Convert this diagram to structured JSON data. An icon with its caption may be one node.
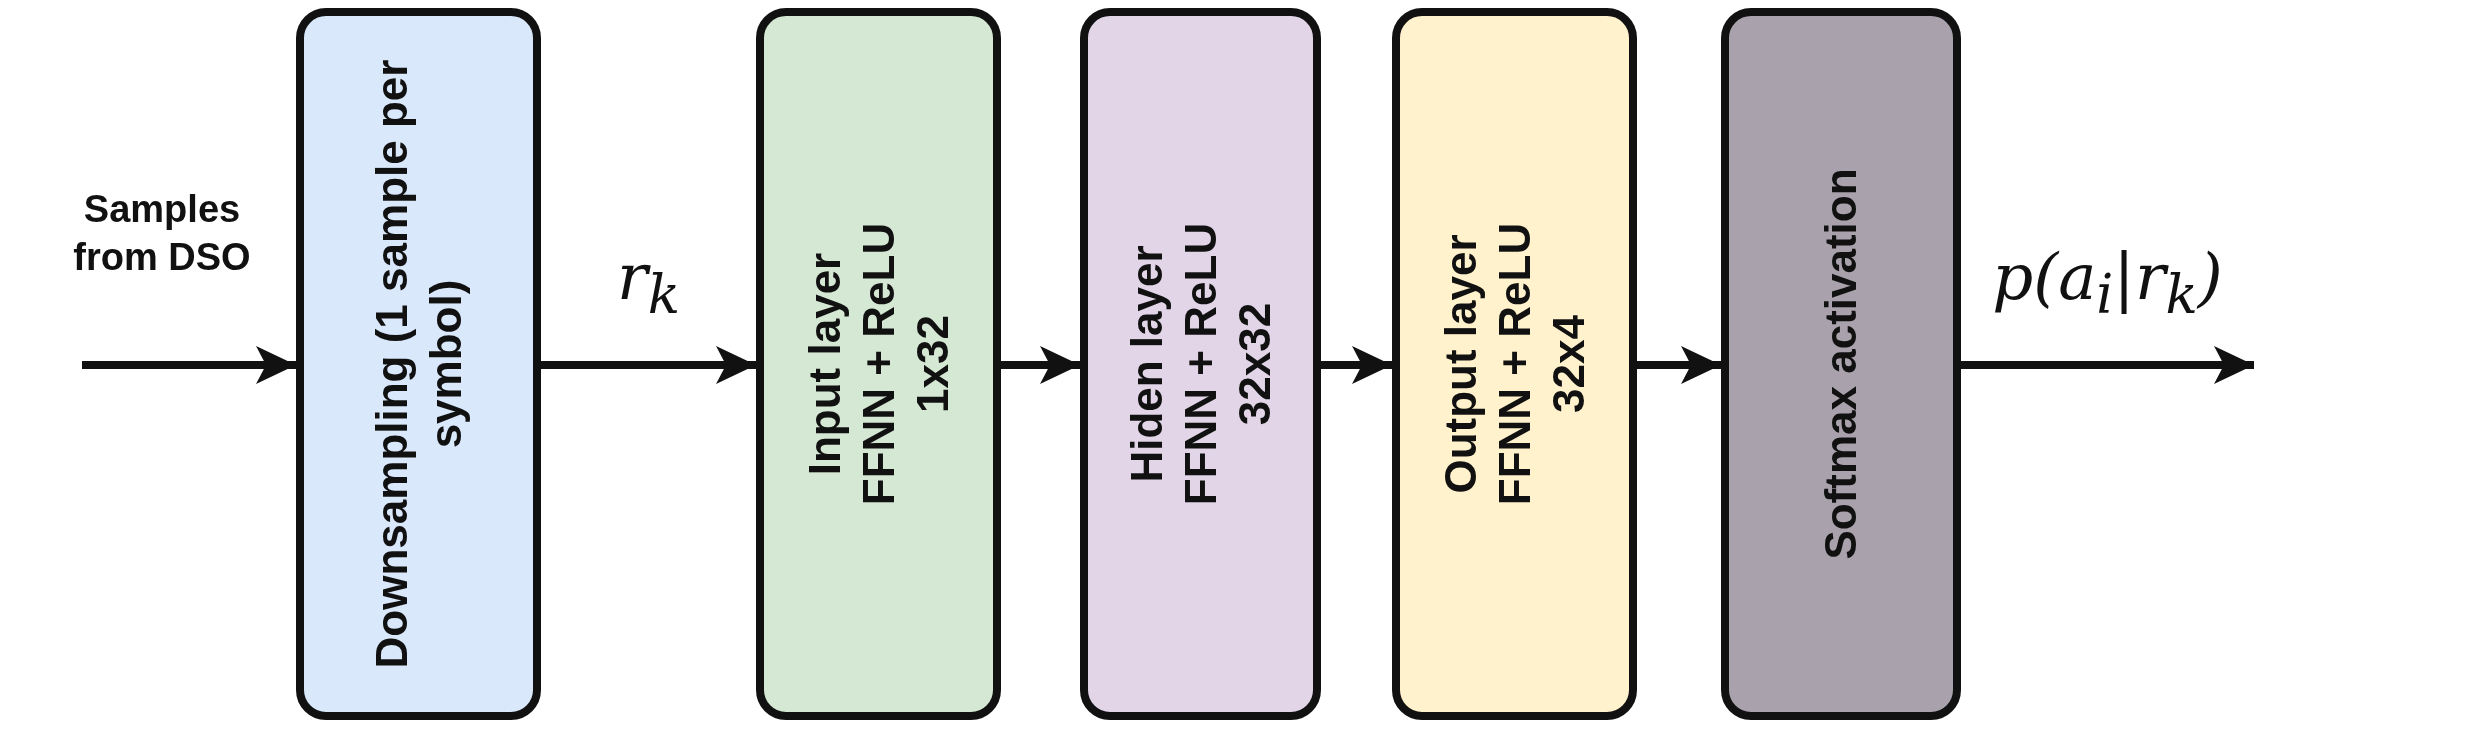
{
  "diagram": {
    "nodes": [
      {
        "text": [
          "Downsampling (1 sample per symbol)"
        ]
      },
      {
        "text": [
          "Input layer",
          "FFNN + ReLU",
          "1x32"
        ]
      },
      {
        "text": [
          "Hiden layer",
          "FFNN + ReLU",
          "32x32"
        ]
      },
      {
        "text": [
          "Output layer",
          "FFNN + ReLU",
          "32x4"
        ]
      },
      {
        "text": [
          "Softmax activation"
        ]
      }
    ],
    "edges": [
      {
        "from": null,
        "to": 0,
        "arrow": "to",
        "label": "Samples from DSO"
      },
      {
        "from": 0,
        "to": 1,
        "arrow": "to",
        "label": "r$_{k}$"
      },
      {
        "from": 1,
        "to": 2,
        "arrow": "to"
      },
      {
        "from": 2,
        "to": 3,
        "arrow": "to"
      },
      {
        "from": 3,
        "to": 4,
        "arrow": "to"
      },
      {
        "from": 4,
        "to": null,
        "arrow": "to",
        "label": "p(a$_{i}$|r$_{k}$)"
      }
    ]
  }
}
